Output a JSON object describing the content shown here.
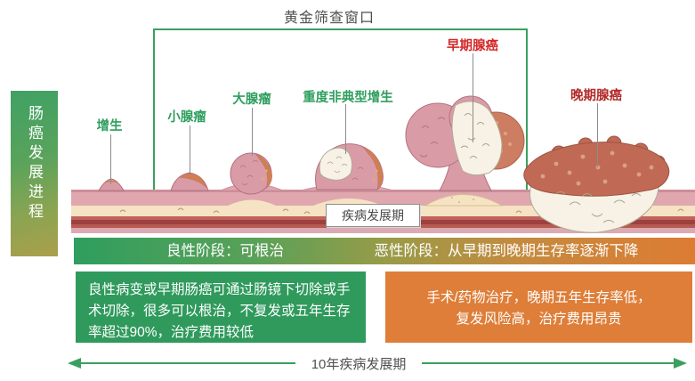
{
  "title": "黄金筛查窗口",
  "side_bar": {
    "label": "肠癌发展进程"
  },
  "stages": [
    {
      "label": "增生",
      "severity": "benign"
    },
    {
      "label": "小腺瘤",
      "severity": "benign"
    },
    {
      "label": "大腺瘤",
      "severity": "benign"
    },
    {
      "label": "重度非典型增生",
      "severity": "benign"
    },
    {
      "label": "早期腺癌",
      "severity": "early-cancer"
    },
    {
      "label": "晚期腺癌",
      "severity": "late-cancer"
    }
  ],
  "diagram": {
    "disease_period_label": "疾病发展期"
  },
  "phase_bar": {
    "benign_label": "良性阶段：可根治",
    "malignant_label": "恶性阶段：从早期到晚期生存率逐渐下降"
  },
  "info_boxes": {
    "benign_text": "良性病变或早期肠癌可通过肠镜下切除或手术切除，很多可以根治，不复发或五年生存率超过90%，治疗费用较低",
    "malignant_text": "手术/药物治疗，晚期五年生存率低，复发风险高，治疗费用昂贵"
  },
  "timeline": {
    "label": "10年疾病发展期"
  },
  "colors": {
    "accent_green": "#2f9e5e",
    "early_cancer_red": "#d42828",
    "late_cancer_red": "#b22a2a",
    "benign_box_green": "#2f9a5c",
    "malignant_box_orange": "#de7e38",
    "bracket_green": "#3aa05f"
  }
}
